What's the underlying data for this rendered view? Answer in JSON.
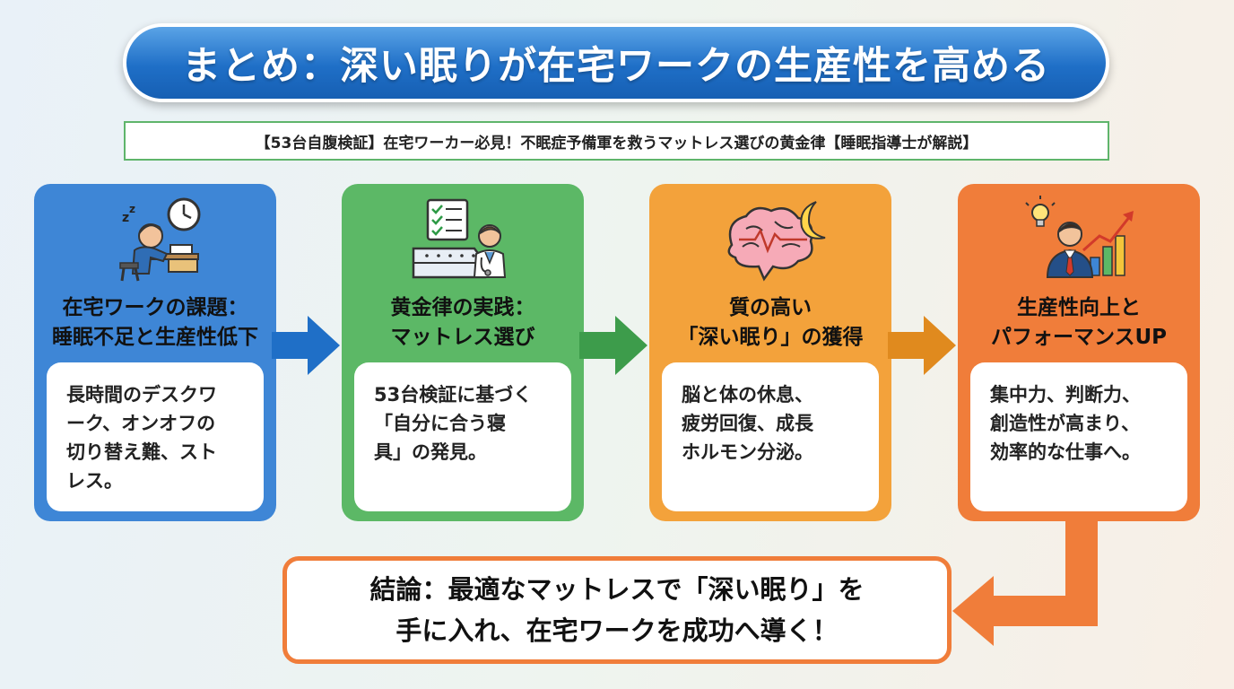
{
  "title": "まとめ：深い眠りが在宅ワークの生産性を高める",
  "subtitle": "【53台自腹検証】在宅ワーカー必見！不眠症予備軍を救うマットレス選びの黄金律【睡眠指導士が解説】",
  "steps": [
    {
      "icon": "sleepy-worker-at-desk-icon",
      "heading": "在宅ワークの課題：\n睡眠不足と生産性低下",
      "body": "長時間のデスクワ\nーク、オンオフの\n切り替え難、スト\nレス。",
      "color": "#3e86d6"
    },
    {
      "icon": "mattress-checklist-doctor-icon",
      "heading": "黄金律の実践：\nマットレス選び",
      "body": "53台検証に基づく\n「自分に合う寝\n具」の発見。",
      "color": "#5cb866"
    },
    {
      "icon": "brain-moon-icon",
      "heading": "質の高い\n「深い眠り」の獲得",
      "body": "脳と体の休息、\n疲労回復、成長\nホルモン分泌。",
      "color": "#f3a23b"
    },
    {
      "icon": "businessman-growth-chart-icon",
      "heading": "生産性向上と\nパフォーマンスUP",
      "body": "集中力、判断力、\n創造性が高まり、\n効率的な仕事へ。",
      "color": "#f07d3a"
    }
  ],
  "conclusion": "結論：最適なマットレスで「深い眠り」を\n手に入れ、在宅ワークを成功へ導く！"
}
